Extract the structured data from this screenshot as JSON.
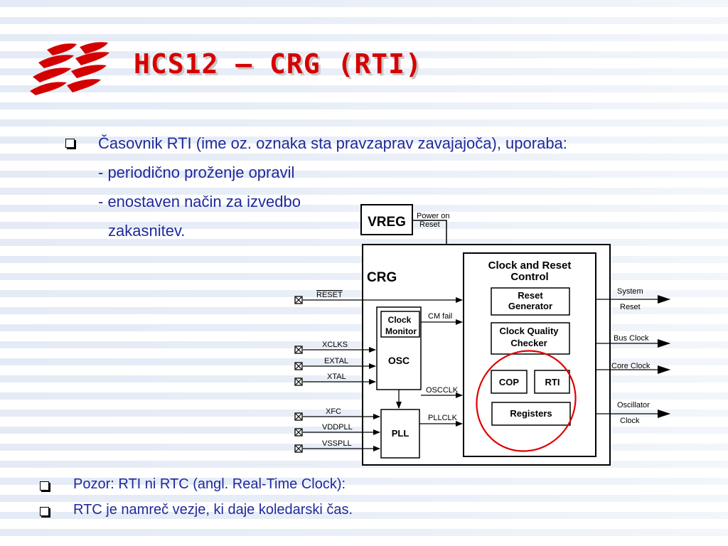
{
  "slide": {
    "title": "HCS12 – CRG (RTI)",
    "bullets": [
      "Časovnik RTI (ime oz. oznaka sta pravzaprav zavajajoča), uporaba:",
      "- periodično proženje opravil",
      "- enostaven način za izvedbo",
      "zakasnitev."
    ],
    "notes": [
      "Pozor: RTI ni RTC (angl. Real-Time Clock):",
      "RTC je namreč vezje, ki daje koledarski čas."
    ]
  },
  "diagram": {
    "vreg": "VREG",
    "power_on_reset": [
      "Power on",
      "Reset"
    ],
    "crg": "CRG",
    "crc_title": [
      "Clock and Reset",
      "Control"
    ],
    "reset_generator": [
      "Reset",
      "Generator"
    ],
    "clock_quality_checker": [
      "Clock Quality",
      "Checker"
    ],
    "cop": "COP",
    "rti": "RTI",
    "registers": "Registers",
    "clock_monitor": [
      "Clock",
      "Monitor"
    ],
    "osc": "OSC",
    "pll": "PLL",
    "inputs": [
      "RESET",
      "XCLKS",
      "EXTAL",
      "XTAL",
      "XFC",
      "VDDPLL",
      "VSSPLL"
    ],
    "internal_signals": [
      "CM fail",
      "OSCCLK",
      "PLLCLK"
    ],
    "outputs": [
      "System",
      "Reset",
      "Bus Clock",
      "Core Clock",
      "Oscillator",
      "Clock"
    ]
  },
  "colors": {
    "title": "#d60000",
    "text": "#1f2a9c",
    "stripe": "#e4ebf6",
    "highlight_circle": "#e00000"
  }
}
